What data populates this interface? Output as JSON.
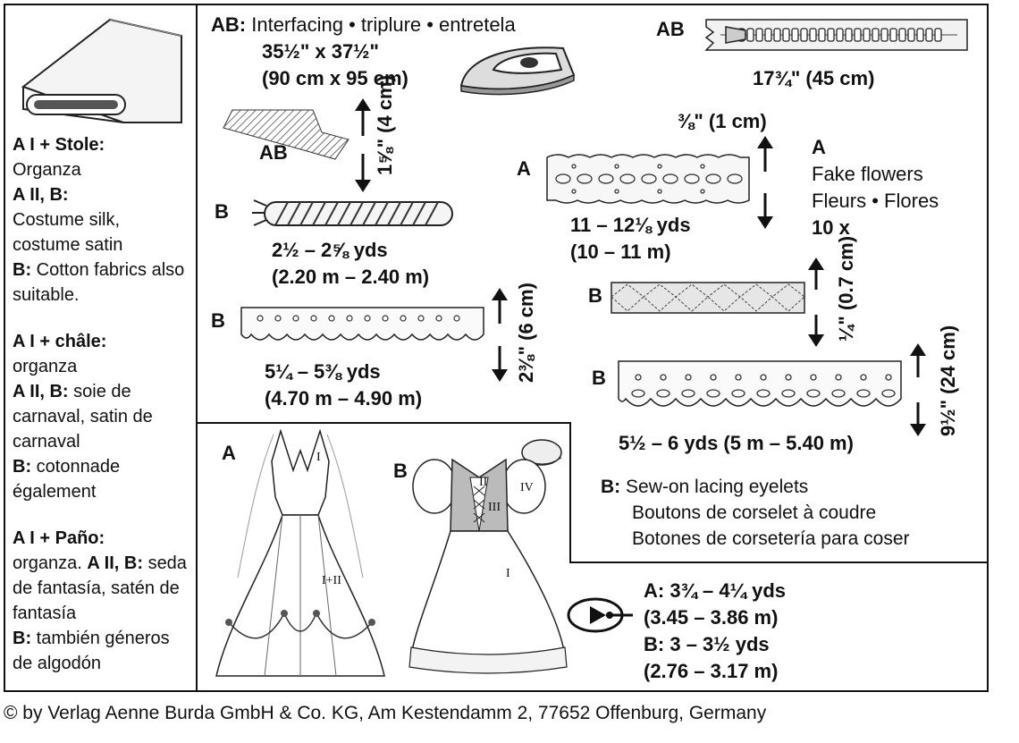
{
  "left_panel": {
    "en": [
      {
        "b": "A I + Stole:",
        "t": "Organza"
      },
      {
        "b": "A II, B:",
        "t": "Costume silk, costume satin"
      },
      {
        "b": "B:",
        "t": "Cotton fabrics also suitable."
      }
    ],
    "fr": [
      {
        "b": "A I + châle:",
        "t": "organza"
      },
      {
        "b": "A II, B:",
        "t": "soie de carnaval, satin de carnaval"
      },
      {
        "b": "B:",
        "t": "cotonnade également"
      }
    ],
    "es": [
      {
        "b": "A I + Paño:",
        "t": "organza."
      },
      {
        "b": "A II, B:",
        "t": "seda de fantasía, satén de fantasía"
      },
      {
        "b": "B:",
        "t": "también géneros de algodón"
      }
    ]
  },
  "interfacing": {
    "tag": "AB:",
    "name": "Interfacing • triplure • entretela",
    "size_in": "35½\" x 37½\"",
    "size_cm": "(90 cm x 95 cm)",
    "strip_label": "AB",
    "strip_width": "1⅝\" (4 cm)"
  },
  "zipper": {
    "tag": "AB",
    "length": "17¾\" (45 cm)"
  },
  "cord": {
    "tag": "B",
    "yds": "2½ – 2⅝ yds",
    "m": "(2.20 m – 2.40 m)"
  },
  "lace_b1": {
    "tag": "B",
    "yds": "5¼ – 5⅜ yds",
    "m": "(4.70 m – 4.90 m)",
    "width": "2⅜\" (6 cm)"
  },
  "lace_a": {
    "tag": "A",
    "yds": "11 – 12⅛ yds",
    "m": "(10 – 11 m)",
    "width": "⅜\" (1 cm)"
  },
  "flowers": {
    "tag": "A",
    "lines": [
      "Fake flowers",
      "Fleurs • Flores"
    ],
    "count": "10 x"
  },
  "tape_b": {
    "tag": "B",
    "width": "¼\" (0.7 cm)"
  },
  "lace_b2": {
    "tag": "B",
    "yds": "5½ – 6 yds (5 m – 5.40 m)",
    "width": "9½\" (24 cm)"
  },
  "eyelets": {
    "tag": "B:",
    "lines": [
      "Sew-on lacing eyelets",
      "Boutons de corselet à coudre",
      "Botones de corsetería para coser"
    ]
  },
  "elastic": {
    "a_tag": "A:",
    "a_yds": "3¾ – 4¼ yds",
    "a_m": "(3.45 – 3.86 m)",
    "b_tag": "B:",
    "b_yds": "3 – 3½ yds",
    "b_m": "(2.76 – 3.17 m)"
  },
  "dresses": {
    "a_tag": "A",
    "b_tag": "B",
    "a_marks": [
      "I",
      "I+II"
    ],
    "b_marks": [
      "II",
      "III",
      "IV",
      "I"
    ]
  },
  "copyright": "© by Verlag Aenne Burda GmbH & Co. KG, Am Kestendamm 2, 77652 Offenburg, Germany"
}
